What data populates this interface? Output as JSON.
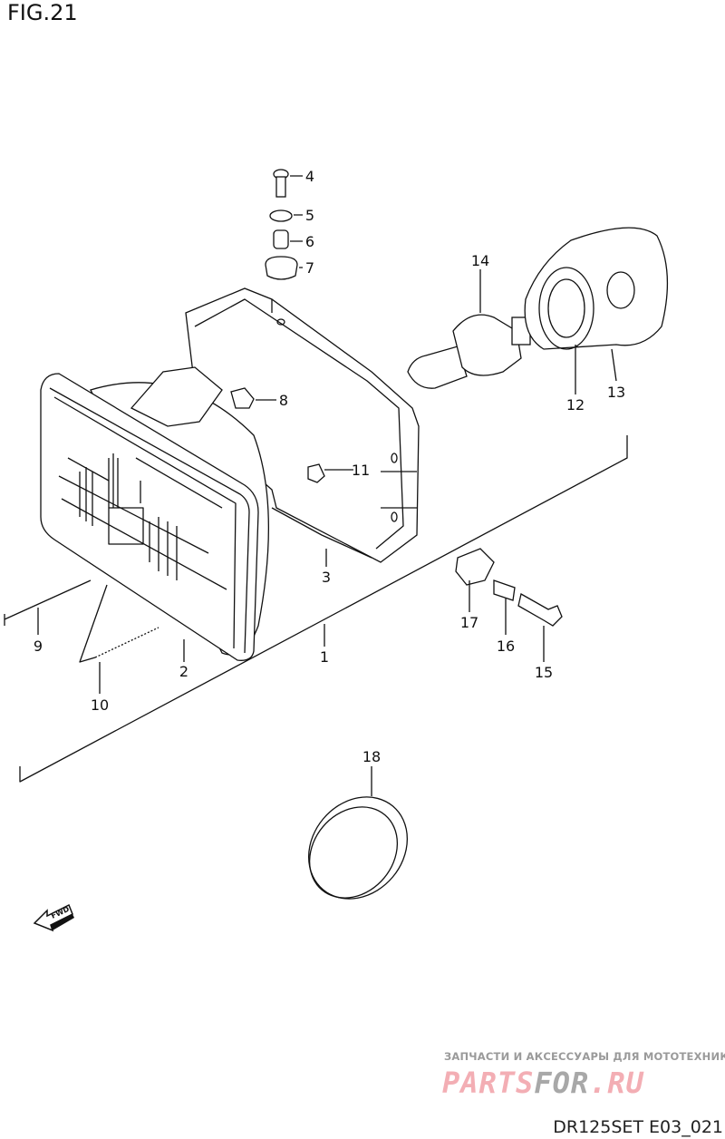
{
  "figure_label": "FIG.21",
  "drawing_code": "DR125SET E03_021",
  "watermark": {
    "subtitle": "ЗАПЧАСТИ И АКСЕССУАРЫ ДЛЯ МОТОТЕХНИКИ",
    "logo_a": "PARTS",
    "logo_b": "FOR",
    "logo_c": ".RU",
    "color_pink": "#f3aeb4",
    "color_gray": "#a8a8a8"
  },
  "fwd_label": "FWD",
  "callouts": [
    "1",
    "2",
    "3",
    "4",
    "5",
    "6",
    "7",
    "8",
    "9",
    "10",
    "11",
    "12",
    "13",
    "14",
    "15",
    "16",
    "17",
    "18"
  ]
}
